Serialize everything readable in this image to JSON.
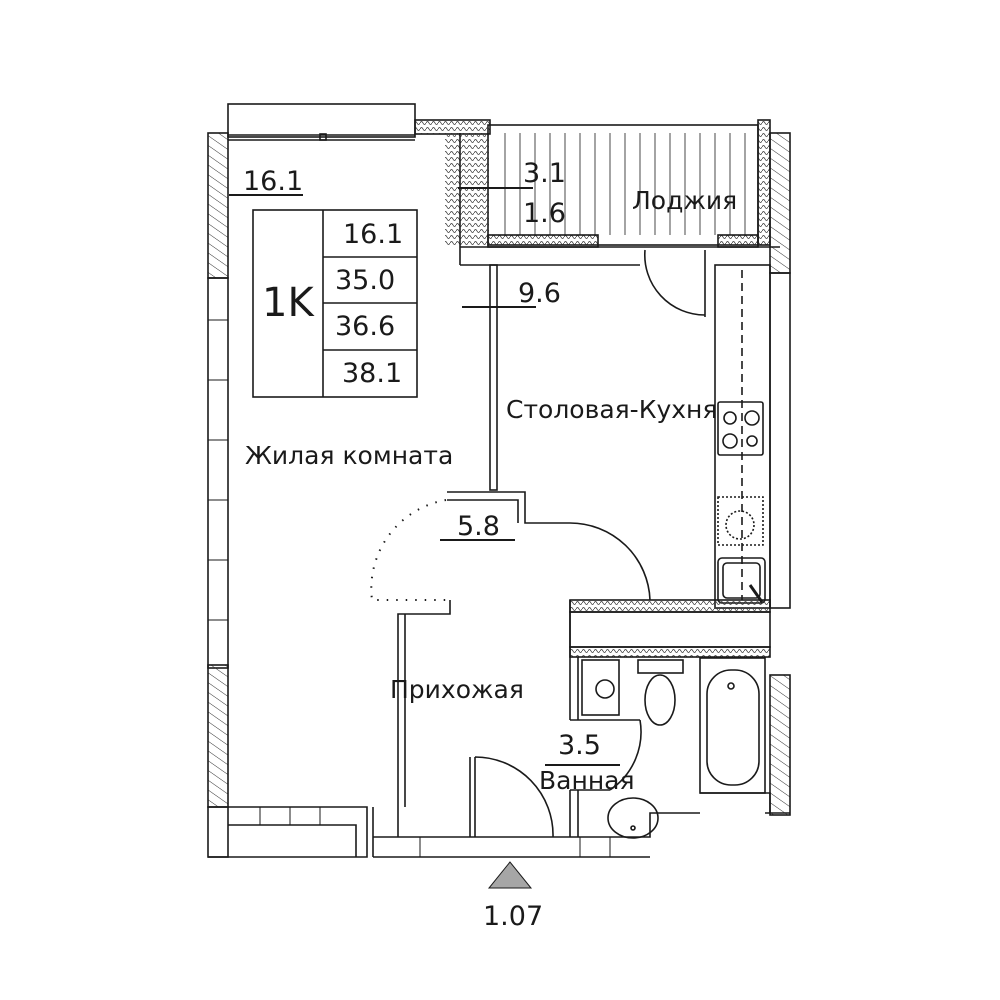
{
  "apartment_type": "1K",
  "summary": {
    "living_area": "16.1",
    "living_total": "35.0",
    "total_area": "36.6",
    "total_with_loggia": "38.1"
  },
  "rooms": {
    "living": {
      "name": "Жилая комната",
      "area": "16.1"
    },
    "loggia": {
      "name": "Лоджия",
      "area": "3.1",
      "area_reduced": "1.6"
    },
    "kitchen": {
      "name": "Столовая-Кухня",
      "area": "9.6"
    },
    "hallway": {
      "name": "Прихожая",
      "area": "5.8"
    },
    "bathroom": {
      "name": "Ванная",
      "area": "3.5"
    }
  },
  "entrance": {
    "label": "1.07",
    "marker_color": "#a6a6a6"
  },
  "colors": {
    "wall": "#1a1a1a",
    "background": "#ffffff"
  }
}
